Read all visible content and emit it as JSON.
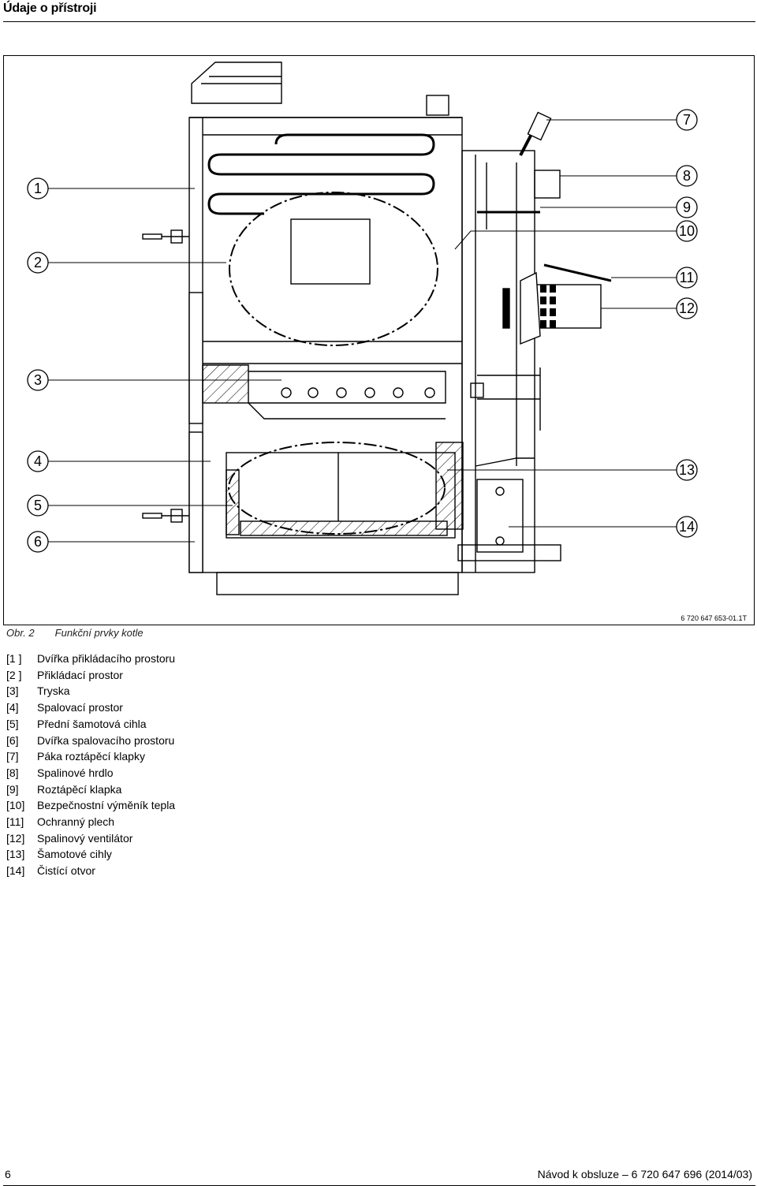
{
  "header": {
    "title": "Údaje o přístroji"
  },
  "figure": {
    "reference": "6 720 647 653-01.1T",
    "callouts": [
      "1",
      "2",
      "3",
      "4",
      "5",
      "6",
      "7",
      "8",
      "9",
      "10",
      "11",
      "12",
      "13",
      "14"
    ]
  },
  "caption": {
    "prefix": "Obr. 2",
    "text": "Funkční prvky kotle"
  },
  "legend": [
    {
      "key": "[1 ]",
      "label": "Dvířka přikládacího prostoru"
    },
    {
      "key": "[2 ]",
      "label": "Přikládací prostor"
    },
    {
      "key": "[3]",
      "label": "Tryska"
    },
    {
      "key": "[4]",
      "label": "Spalovací prostor"
    },
    {
      "key": "[5]",
      "label": "Přední šamotová cihla"
    },
    {
      "key": "[6]",
      "label": "Dvířka spalovacího prostoru"
    },
    {
      "key": "[7]",
      "label": "Páka roztápěcí klapky"
    },
    {
      "key": "[8]",
      "label": "Spalinové hrdlo"
    },
    {
      "key": "[9]",
      "label": "Roztápěcí klapka"
    },
    {
      "key": "[10]",
      "label": "Bezpečnostní výměník tepla"
    },
    {
      "key": "[11]",
      "label": "Ochranný plech"
    },
    {
      "key": "[12]",
      "label": "Spalinový ventilátor"
    },
    {
      "key": "[13]",
      "label": "Šamotové cihly"
    },
    {
      "key": "[14]",
      "label": "Čistící otvor"
    }
  ],
  "footer": {
    "page_number": "6",
    "document": "Návod k obsluze – 6 720 647 696 (2014/03)"
  }
}
